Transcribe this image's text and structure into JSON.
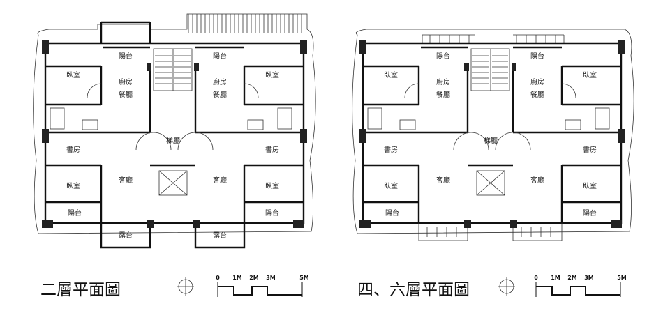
{
  "plans": [
    {
      "caption": "二層平面圖",
      "rooms": {
        "bedroom_tl": "臥室",
        "balcony_tl": "陽台",
        "kitchen_l": "廚房",
        "dining_l": "餐廳",
        "stair": "梯廳",
        "balcony_tr": "陽台",
        "kitchen_r": "廚房",
        "dining_r": "餐廳",
        "bedroom_tr": "臥室",
        "study_l": "書房",
        "study_r": "書房",
        "bedroom_bl": "臥室",
        "living_l": "客廳",
        "living_r": "客廳",
        "bedroom_br": "臥室",
        "balcony_bl": "陽台",
        "balcony_br": "陽台",
        "terrace_l": "露台",
        "terrace_r": "露台"
      },
      "scale_labels": [
        "0",
        "1M",
        "2M",
        "3M",
        "5M"
      ]
    },
    {
      "caption": "四、六層平面圖",
      "rooms": {
        "bedroom_tl": "臥室",
        "balcony_tl": "陽台",
        "kitchen_l": "廚房",
        "dining_l": "餐廳",
        "stair": "梯廳",
        "balcony_tr": "陽台",
        "kitchen_r": "廚房",
        "dining_r": "餐廳",
        "bedroom_tr": "臥室",
        "study_l": "書房",
        "study_r": "書房",
        "bedroom_bl": "臥室",
        "living_l": "客廳",
        "living_r": "客廳",
        "bedroom_br": "臥室",
        "balcony_bl": "陽台",
        "balcony_br": "陽台"
      },
      "scale_labels": [
        "0",
        "1M",
        "2M",
        "3M",
        "5M"
      ]
    }
  ]
}
